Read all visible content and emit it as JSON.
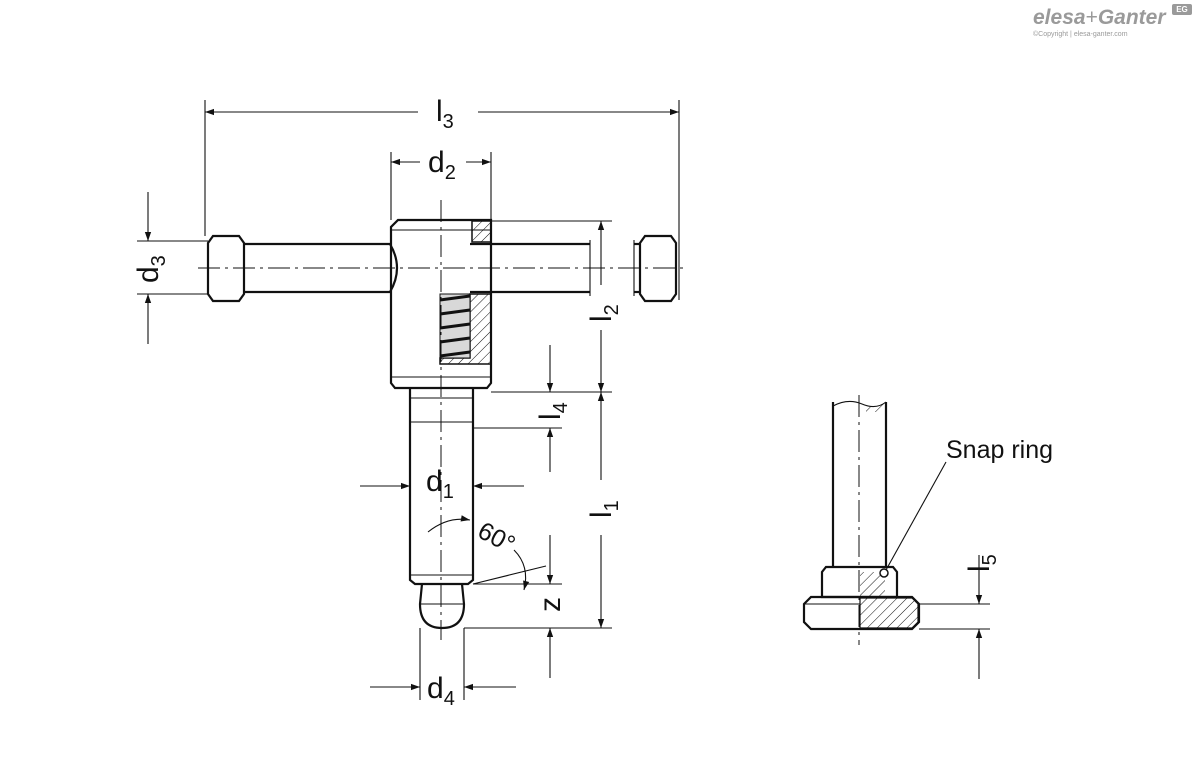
{
  "logo": {
    "brand_a": "elesa",
    "plus": "+",
    "brand_b": "Ganter",
    "badge": "EG",
    "copyright": "©Copyright | elesa-ganter.com"
  },
  "dimensions": {
    "l1": {
      "main": "l",
      "sub": "1"
    },
    "l2": {
      "main": "l",
      "sub": "2"
    },
    "l3": {
      "main": "l",
      "sub": "3"
    },
    "l4": {
      "main": "l",
      "sub": "4"
    },
    "l5": {
      "main": "l",
      "sub": "5"
    },
    "d1": {
      "main": "d",
      "sub": "1"
    },
    "d2": {
      "main": "d",
      "sub": "2"
    },
    "d3": {
      "main": "d",
      "sub": "3"
    },
    "d4": {
      "main": "d",
      "sub": "4"
    },
    "z": "z",
    "angle": "60°"
  },
  "detail": {
    "snap_ring_label": "Snap ring"
  }
}
